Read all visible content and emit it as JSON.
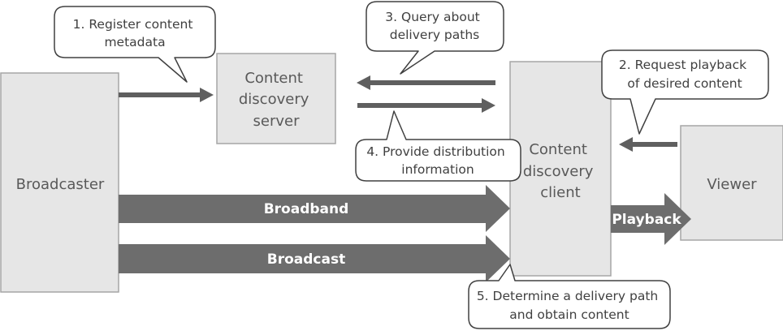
{
  "nodes": {
    "broadcaster": "Broadcaster",
    "server": [
      "Content",
      "discovery",
      "server"
    ],
    "client": [
      "Content",
      "discovery",
      "client"
    ],
    "viewer": "Viewer"
  },
  "channels": {
    "broadband": "Broadband",
    "broadcast": "Broadcast",
    "playback": "Playback"
  },
  "steps": [
    [
      "1. Register content",
      "metadata"
    ],
    [
      "2. Request playback",
      "of desired content"
    ],
    [
      "3. Query about",
      "delivery paths"
    ],
    [
      "4. Provide distribution",
      "information"
    ],
    [
      "5. Determine a delivery path",
      "and obtain content"
    ]
  ]
}
